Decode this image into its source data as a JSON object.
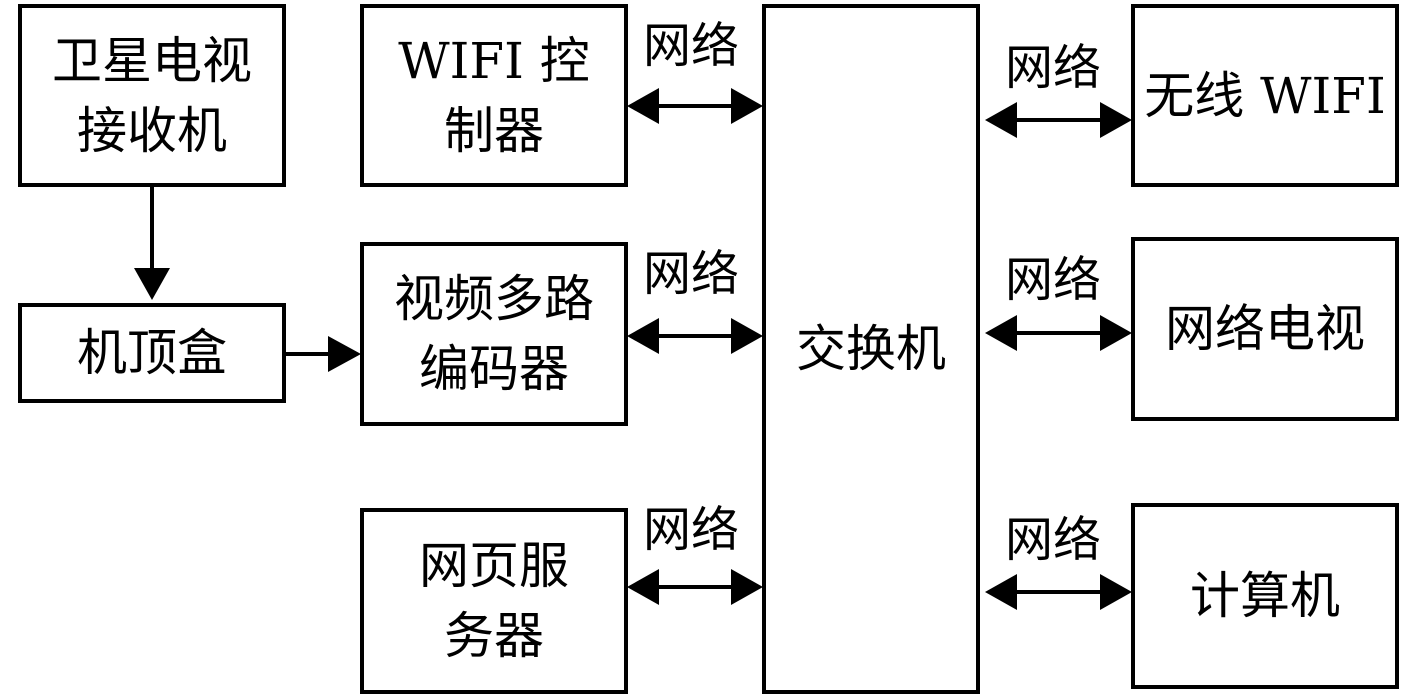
{
  "diagram": {
    "nodes": {
      "satellite_receiver": "卫星电视\n接收机",
      "set_top_box": "机顶盒",
      "wifi_controller": "WIFI 控\n制器",
      "video_encoder": "视频多路\n编码器",
      "web_server": "网页服\n务器",
      "switch": "交换机",
      "wireless_wifi": "无线 WIFI",
      "network_tv": "网络电视",
      "computer": "计算机"
    },
    "edges": {
      "wifi_controller_switch": "网络",
      "video_encoder_switch": "网络",
      "web_server_switch": "网络",
      "switch_wireless_wifi": "网络",
      "switch_network_tv": "网络",
      "switch_computer": "网络"
    }
  }
}
